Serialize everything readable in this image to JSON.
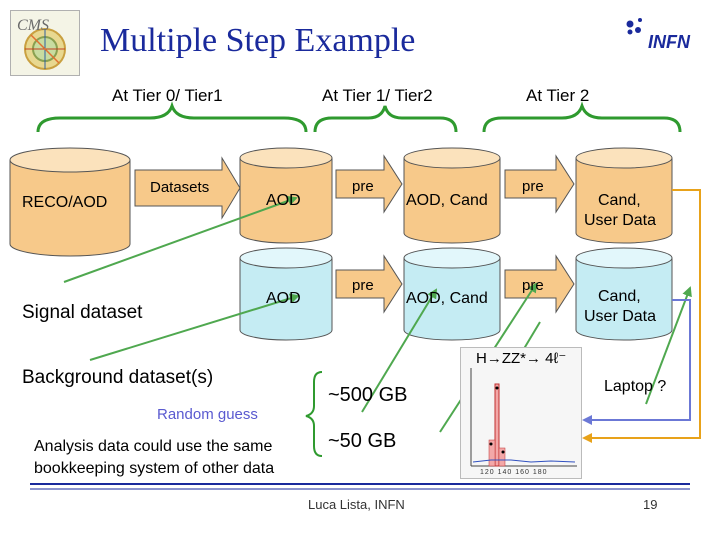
{
  "title": "Multiple Step Example",
  "logos": {
    "left": "CMS",
    "right": "INFN"
  },
  "tiers": {
    "tier0": "At Tier 0/ Tier1",
    "tier1": "At Tier 1/ Tier2",
    "tier2": "At Tier 2"
  },
  "cylinders": {
    "reco": "RECO/AOD",
    "aod_top": "AOD",
    "aod_bottom": "AOD",
    "aodcand_top": "AOD, Cand",
    "aodcand_bottom": "AOD, Cand",
    "cand_top_line1": "Cand,",
    "cand_top_line2": "User Data",
    "cand_bottom_line1": "Cand,",
    "cand_bottom_line2": "User Data"
  },
  "arrows": {
    "datasets": "Datasets",
    "pre1_top": "pre",
    "pre1_bottom": "pre",
    "pre2_top": "pre",
    "pre2_bottom": "pre"
  },
  "labels": {
    "signal": "Signal dataset",
    "background": "Background dataset(s)",
    "random_guess": "Random guess",
    "analysis_line1": "Analysis data could use the same",
    "analysis_line2": "bookkeeping system of other data",
    "size_500": "~500 GB",
    "size_50": "~50 GB",
    "laptop": "Laptop ?"
  },
  "plot": {
    "title": "H→ZZ*→ 4ℓ⁻",
    "ticks": "120  140  160  180"
  },
  "footer": {
    "author": "Luca Lista, INFN",
    "page": "19"
  },
  "colors": {
    "title": "#1a2a9c",
    "cyl_orange": "#f7c98a",
    "cyl_blue": "#c5ecf3",
    "arrow_fill": "#f7c98a",
    "green_arrow": "#4fa84f",
    "orange_loop": "#e8a21a",
    "blue_loop": "#6b78d6",
    "brace": "#2f9a2f"
  }
}
